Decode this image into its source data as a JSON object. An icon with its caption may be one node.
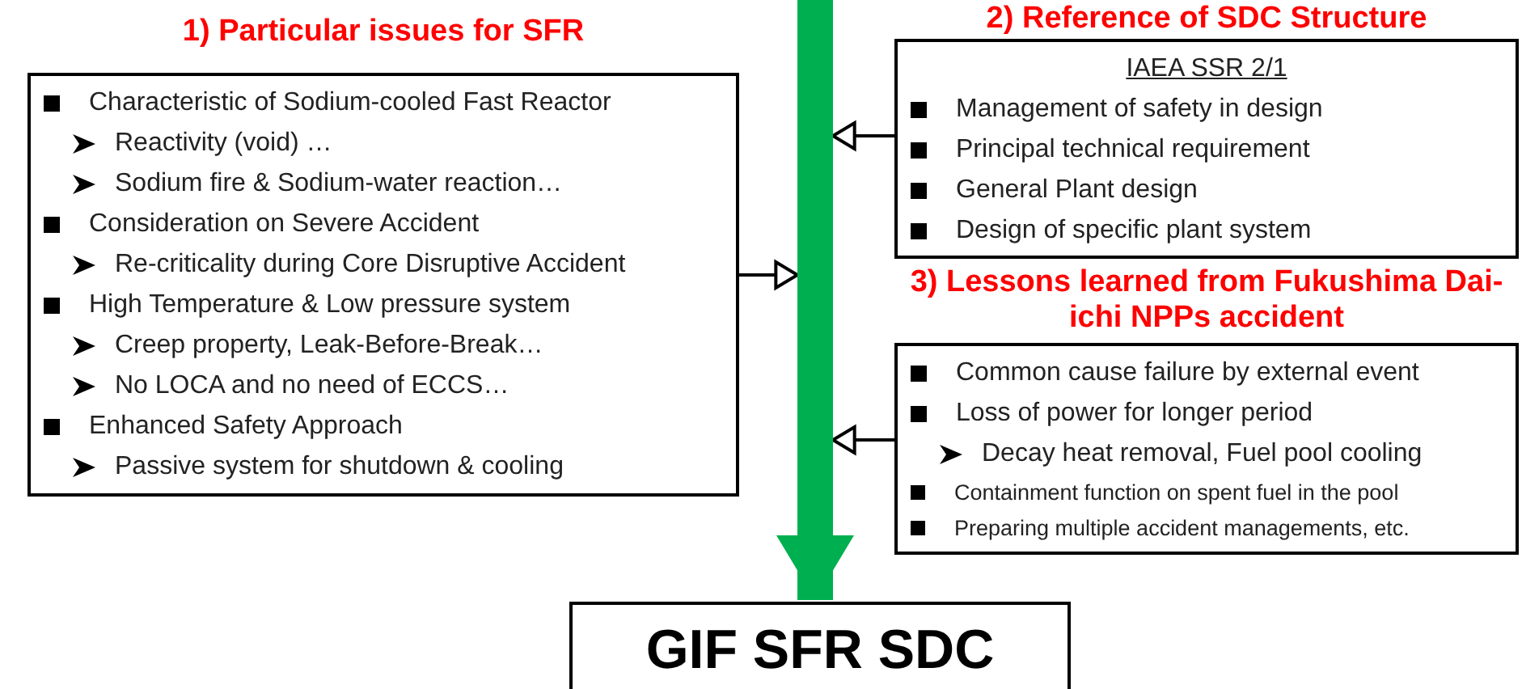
{
  "diagram": {
    "nodes": [
      {
        "text": [
          "1) Particular issues for SFR",
          "Characteristic of Sodium-cooled Fast Reactor",
          "Reactivity (void) …",
          "Sodium fire & Sodium-water reaction…",
          "Consideration on Severe Accident",
          "Re-criticality during Core Disruptive Accident",
          "High Temperature & Low pressure system",
          "Creep property, Leak-Before-Break…",
          "No LOCA and no need of ECCS…",
          "Enhanced Safety Approach",
          "Passive system for shutdown & cooling"
        ]
      },
      {
        "text": [],
        "shape": "bar"
      },
      {
        "text": [
          "2) Reference of SDC Structure",
          "IAEA SSR 2/1",
          "Management of safety in design",
          "Principal technical requirement",
          "General Plant design",
          "Design of specific plant system"
        ]
      },
      {
        "text": [
          "3) Lessons learned from Fukushima Dai-ichi NPPs accident",
          "Common cause failure by external event",
          "Loss of power for longer period",
          "Decay heat removal, Fuel pool cooling",
          "Containment function on spent fuel in the pool",
          "Preparing multiple accident managements, etc."
        ]
      },
      {
        "text": [
          "GIF SFR SDC"
        ]
      }
    ],
    "edges": [
      {
        "from": 0,
        "to": 1,
        "arrow": "to"
      },
      {
        "from": 2,
        "to": 1,
        "arrow": "to"
      },
      {
        "from": 3,
        "to": 1,
        "arrow": "to"
      },
      {
        "from": 1,
        "to": 4,
        "arrow": "to",
        "style": "thick",
        "color": "#00b050"
      }
    ]
  }
}
